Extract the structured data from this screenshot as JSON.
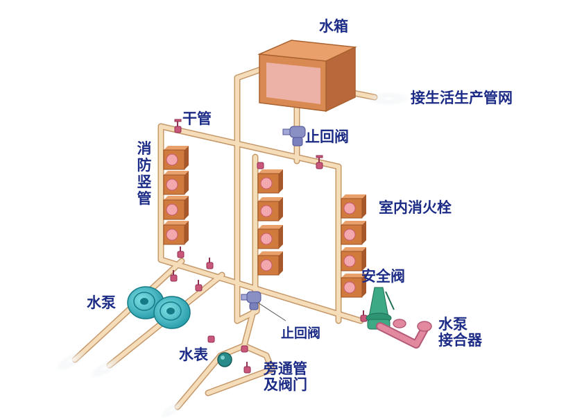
{
  "labels": {
    "water_tank": "水箱",
    "domestic_network": "接生活生产管网",
    "main_pipe": "干管",
    "check_valve_top": "止回阀",
    "riser": "消\n防\n竖\n管",
    "indoor_hydrant": "室内消火栓",
    "safety_valve": "安全阀",
    "pump": "水泵",
    "check_valve_bottom": "止回阀",
    "pump_adapter": "水泵\n接合器",
    "water_meter": "水表",
    "bypass": "旁通管\n及阀门"
  },
  "colors": {
    "label": "#1c2c86",
    "pipe": "#f1d3a8",
    "pipe_edge": "#c89a6a",
    "tank": "#d98a52",
    "tank_window": "#f0b8b6",
    "hydrant_box": "#d07a3e",
    "hydrant_window": "#f3a8ae",
    "pump": "#33b8c3",
    "check_valve": "#8a8fc4",
    "safety_valve": "#3ea985",
    "adapter": "#e2889f",
    "meter": "#2a8c8a",
    "valve_handle": "#c9577a"
  }
}
